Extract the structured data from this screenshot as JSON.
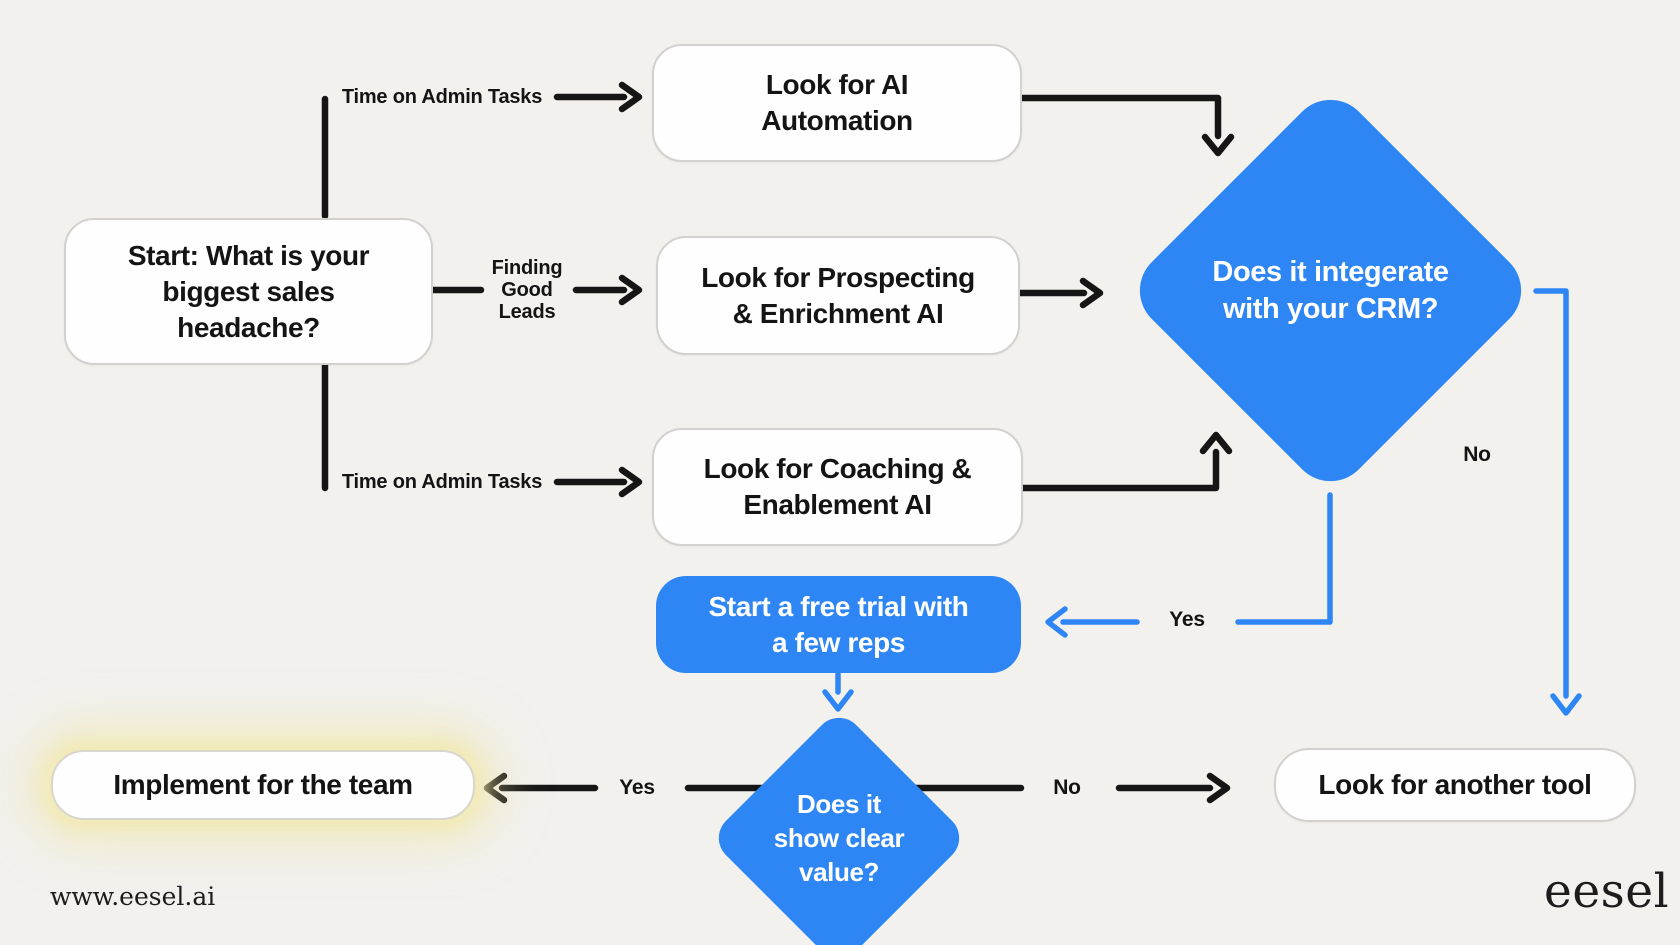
{
  "palette": {
    "background": "#f2f1ee",
    "node_blue": "#2e86f5",
    "line_black": "#161616",
    "line_blue": "#2e86f5",
    "box_white": "#fefefe",
    "implement_glow": "#f0e6a0"
  },
  "flowchart": {
    "start": "Start: What is your\nbiggest sales\nheadache?",
    "branch_labels": {
      "top": "Time on Admin Tasks",
      "middle": "Finding\nGood\nLeads",
      "bottom": "Time on Admin Tasks"
    },
    "options": {
      "automation": "Look for AI\nAutomation",
      "prospecting": "Look for Prospecting\n& Enrichment AI",
      "coaching": "Look for Coaching &\nEnablement AI"
    },
    "crm_decision": {
      "question": "Does it integerate\nwith your CRM?",
      "yes_label": "Yes",
      "no_label": "No"
    },
    "trial": "Start a free trial with\na few reps",
    "value_decision": {
      "question": "Does it\nshow clear\nvalue?",
      "yes_label": "Yes",
      "no_label": "No"
    },
    "implement": "Implement for the team",
    "another_tool": "Look for another tool"
  },
  "footer": {
    "website": "www.eesel.ai",
    "logo": "eesel"
  }
}
